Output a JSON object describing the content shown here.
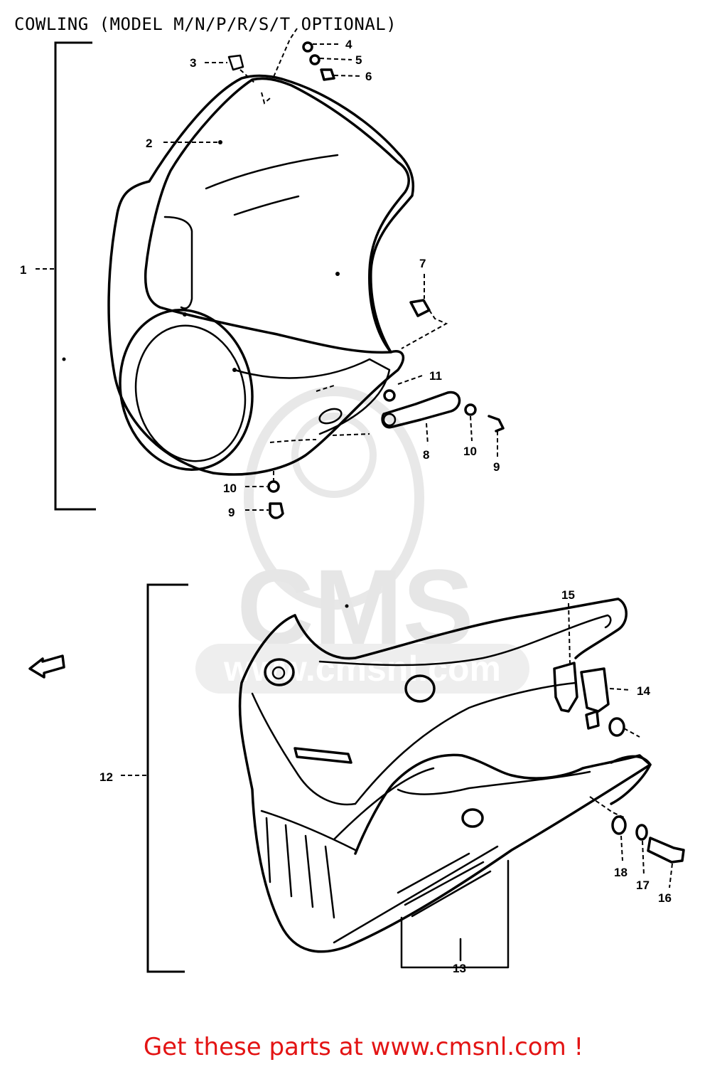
{
  "title": "COWLING (MODEL M/N/P/R/S/T OPTIONAL)",
  "callouts": {
    "c1": "1",
    "c2": "2",
    "c3": "3",
    "c4": "4",
    "c5": "5",
    "c6": "6",
    "c7": "7",
    "c8": "8",
    "c9": "9",
    "c9b": "9",
    "c10": "10",
    "c10b": "10",
    "c11": "11",
    "c12": "12",
    "c13": "13",
    "c14": "14",
    "c15": "15",
    "c16": "16",
    "c17": "17",
    "c18": "18"
  },
  "watermark": {
    "logo_text": "CMS",
    "url_text": "www.cmsnl.com"
  },
  "footer": {
    "text": "Get these parts at www.cmsnl.com !"
  },
  "colors": {
    "line": "#000000",
    "footer": "#e31414",
    "watermark": "#e6e6e6"
  }
}
